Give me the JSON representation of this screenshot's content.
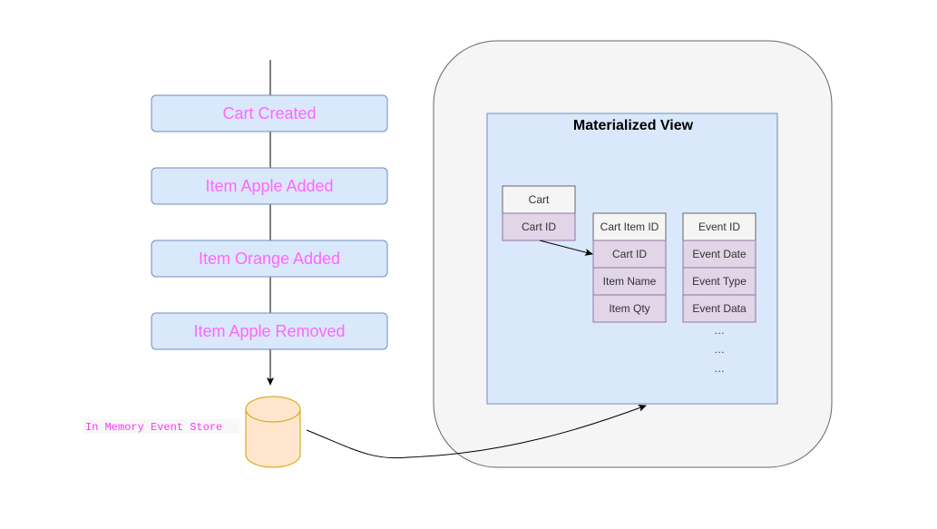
{
  "events": [
    {
      "label": "Cart Created"
    },
    {
      "label": "Item Apple Added"
    },
    {
      "label": "Item Orange Added"
    },
    {
      "label": "Item Apple Removed"
    }
  ],
  "store": {
    "label": "In Memory Event Store"
  },
  "view": {
    "title": "Materialized View",
    "cart_table": {
      "header": "Cart",
      "rows": [
        "Cart ID"
      ]
    },
    "cart_item_table": {
      "header": "Cart Item ID",
      "rows": [
        "Cart ID",
        "Item Name",
        "Item Qty"
      ]
    },
    "event_table": {
      "header": "Event ID",
      "rows": [
        "Event Date",
        "Event Type",
        "Event Data"
      ],
      "more": [
        "…",
        "…",
        "…"
      ]
    }
  },
  "colors": {
    "event_fill": "#dae8fc",
    "event_stroke": "#6c8ebf",
    "event_text": "#ff66ff",
    "store_fill": "#ffe6cc",
    "store_stroke": "#d79b00",
    "header_fill": "#f5f5f5",
    "row_fill": "#e1d5e7",
    "row_stroke": "#9673a6"
  }
}
